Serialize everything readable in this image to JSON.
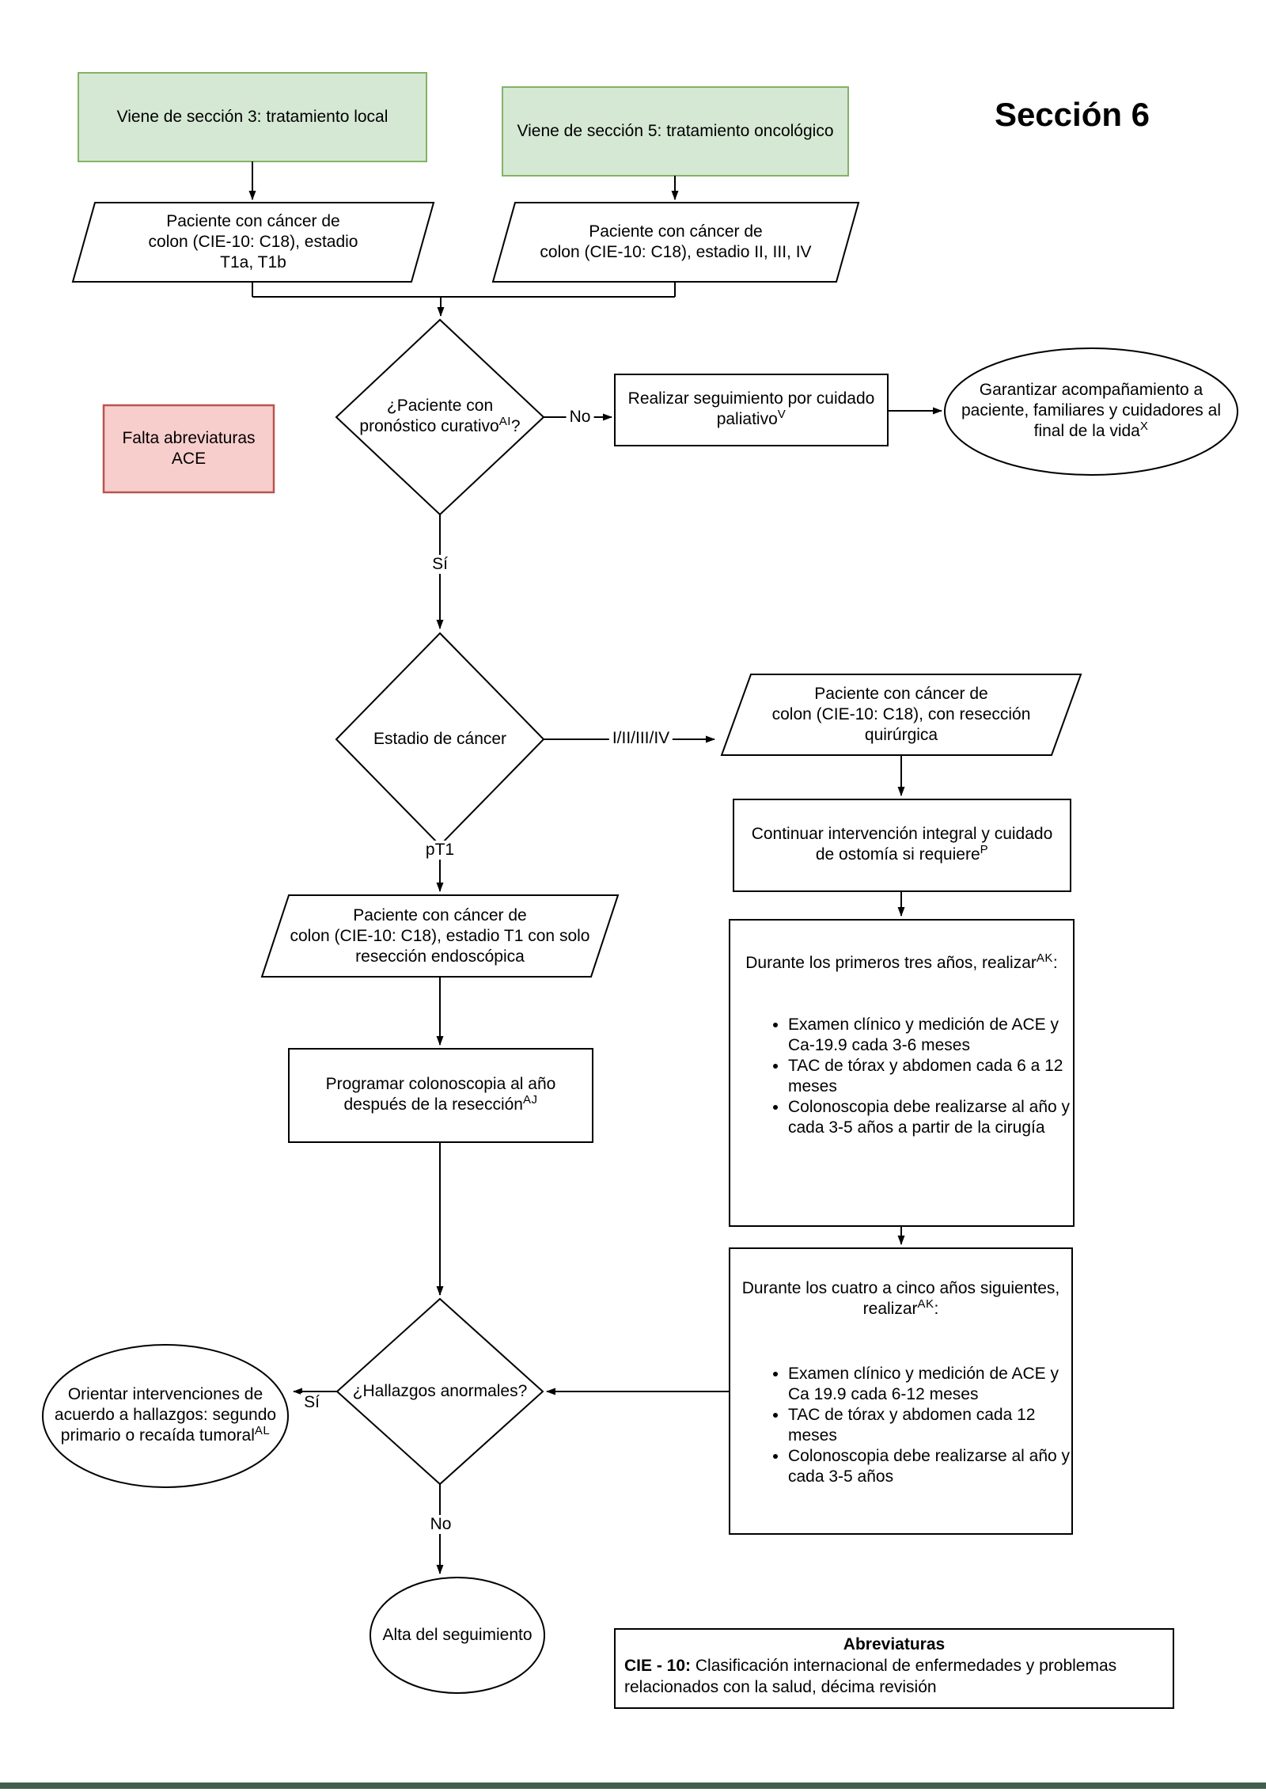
{
  "title": "Sección 6",
  "colors": {
    "green_fill": "#d5e8d4",
    "green_border": "#82b366",
    "red_fill": "#f8cecc",
    "red_border": "#b85450",
    "line": "#000000",
    "footer_bar": "#3f5e4e"
  },
  "entry": {
    "from_section3": "Viene de sección 3: tratamiento local",
    "from_section5": "Viene de sección 5: tratamiento oncológico"
  },
  "note": {
    "line1": "Falta abreviaturas",
    "line2": "ACE"
  },
  "patients": {
    "t1ab": {
      "line1": "Paciente con cáncer de",
      "line2": "colon (CIE-10: C18), estadio",
      "line3": "T1a, T1b"
    },
    "stage234": {
      "line1": "Paciente con cáncer de",
      "line2": "colon (CIE-10: C18), estadio II, III, IV"
    },
    "surgical": {
      "line1": "Paciente con cáncer de",
      "line2": "colon (CIE-10: C18), con resección",
      "line3": "quirúrgica"
    },
    "endoscopic": {
      "line1": "Paciente con cáncer de",
      "line2": "colon (CIE-10: C18), estadio T1 con solo",
      "line3": "resección endoscópica"
    }
  },
  "decisions": {
    "curative": {
      "line1": "¿Paciente con",
      "line2_pre": "pronóstico curativo",
      "line2_sup": "AI",
      "line2_post": "?"
    },
    "stage": {
      "text": "Estadio de cáncer"
    },
    "findings": {
      "text": "¿Hallazgos anormales?"
    }
  },
  "processes": {
    "palliative": {
      "line1": "Realizar seguimiento por cuidado",
      "line2_pre": "paliativo",
      "line2_sup": "V"
    },
    "ostomy": {
      "line1": "Continuar intervención integral y cuidado",
      "line2_pre": "de ostomía si requiere",
      "line2_sup": "P"
    },
    "colonoscopy_1yr": {
      "line1": "Programar colonoscopia al año",
      "line2_pre": "después de la resección",
      "line2_sup": "AJ"
    },
    "first_three_years": {
      "heading_pre": "Durante los primeros tres años, realizar",
      "heading_sup": "AK",
      "heading_post": ":",
      "bullets": [
        "Examen clínico y medición de ACE y Ca-19.9 cada 3-6 meses",
        " TAC de tórax y abdomen cada 6 a 12 meses",
        "Colonoscopia debe realizarse al año y cada 3-5 años a partir de la cirugía"
      ]
    },
    "next_four_five_years": {
      "heading_line1": "Durante los cuatro a cinco años siguientes,",
      "heading2_pre": "realizar",
      "heading2_sup": "AK",
      "heading2_post": ":",
      "bullets": [
        "Examen clínico y medición de ACE y Ca 19.9 cada 6-12 meses",
        " TAC de tórax y abdomen cada 12 meses",
        "Colonoscopia debe realizarse al año y cada 3-5 años"
      ]
    }
  },
  "terminals": {
    "accompaniment": {
      "line1": "Garantizar acompañamiento a",
      "line2": "paciente, familiares y cuidadores al",
      "line3_pre": "final de la vida",
      "line3_sup": "X"
    },
    "orient": {
      "line1": "Orientar intervenciones de",
      "line2": "acuerdo a hallazgos: segundo",
      "line3_pre": "primario o recaída tumoral",
      "line3_sup": "AL"
    },
    "discharge": {
      "text": "Alta del seguimiento"
    }
  },
  "edge_labels": {
    "no_curative": "No",
    "yes_curative": "Sí",
    "stages": "I/II/III/IV",
    "pt1": "pT1",
    "yes_findings": "Sí",
    "no_findings": "No"
  },
  "abbreviations": {
    "title": "Abreviaturas",
    "term": "CIE - 10:",
    "definition": " Clasificación internacional de enfermedades y problemas relacionados con la salud, décima revisión"
  }
}
